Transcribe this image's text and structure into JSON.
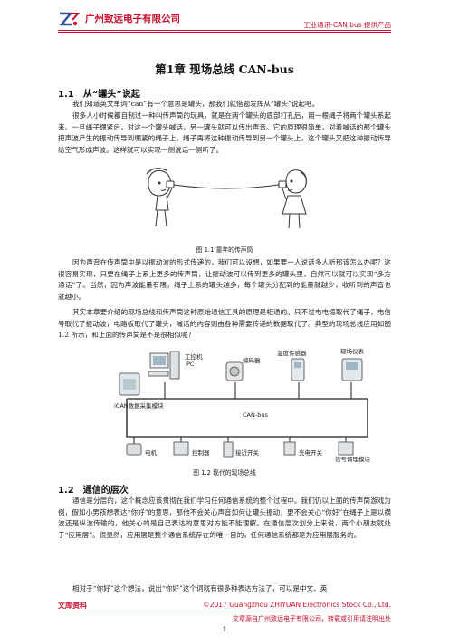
{
  "header": {
    "company": "广州致远电子有限公司",
    "tagline": "工业通讯-CAN bus 提供产品"
  },
  "chapter_title": "第1章  现场总线 CAN-bus",
  "section1": {
    "number": "1.1",
    "title": "从“罐头”说起",
    "paragraphs": [
      "我们知道英文单词“can”有一个意思是罐头，那我们就借题发挥从“罐头”说起吧。",
      "很多人小时候都自制过一种叫传声筒的玩具，就是在两个罐头的底部打孔后，用一根绳子将两个罐头系起来。一旦绳子绷紧后，对这一个罐头喊话，另一罐头就可以传出声音。它的原理很简单，对着喊话的那个罐头把声波产生的振动传导到绷紧的绳子上，绳子再将这种振动传导到另一个罐头上，这个罐头又把这种振动传导给空气形成声波。这样就可以实现一侧说话一侧听了。"
    ],
    "figure_caption": "图 1.1    童年的传声筒",
    "paragraphs_after": [
      "因为声音在传声筒中是以振动波的形式传递的，我们可以设想，如果要一人说话多人听那该怎么办呢？这很容易实现，只要在绳子上系上更多的传声筒，让振动波可以传到更多的罐头里，自然可以就可以实现“多方通话”了。当然，因为声波能量有限，绳子上系的罐头越多，每个罐头分配到的能量就越少，收听到的声音也就越小。",
      "其实本章要介绍的现场总线和传声筒这种原始通信工具的原理是相通的。只不过电电缆取代了绳子，电信号取代了振动波，电路板取代了罐头，喊话的内容则由各种需要传递的数据取代了。典型的现场总线应用如图 1.2 所示，和上面的传声筒是不是很相似呢？"
    ]
  },
  "figure2": {
    "labels": {
      "pc": "工控机\nPC",
      "encoder": "编码器",
      "temp_sensor": "温度传感器",
      "field_meter": "现场仪表",
      "ican": "iCAN数据采集模块",
      "bus": "CAN-bus",
      "motor": "电机",
      "controller": "控制器",
      "proximity": "接近开关",
      "photo_switch": "光电开关",
      "signal_module": "信号调理模块"
    },
    "caption": "图 1.2    现代的现场总线"
  },
  "section2": {
    "number": "1.2",
    "title": "通信的层次",
    "paragraphs": [
      "通信是分层的，这个概念应该贯彻在我们学习任何通信系统的整个过程中。我们仍以上面的传声筒游戏为例，假如小男孩想表达“你好”的意思，那他不会关心声音如何让罐头振动，更不会关心“你好”在绳子上是以横波还是纵波传输的，他关心的是自己表达的意思对方能不能理解。在通信层次划分上来说，两个小朋友就处于“应用层”。很显然，应用层是整个通信系统存在的唯一目的，任何通信系统都是为应用层服务的。",
      "相对于“你好”这个想法，说出“你好”这个词就有很多种表达方法了，可以是中文、英"
    ]
  },
  "footer": {
    "left": "文库资料",
    "copyright": "©2017 Guangzhou ZHIYUAN Electronics Stock Co., Ltd.",
    "note": "文章源自广州致远电子有限公司，转载或引用请注明出处",
    "page": "1"
  },
  "colors": {
    "brand_red": "#c8102e",
    "logo_blue": "#2e4e9e"
  }
}
